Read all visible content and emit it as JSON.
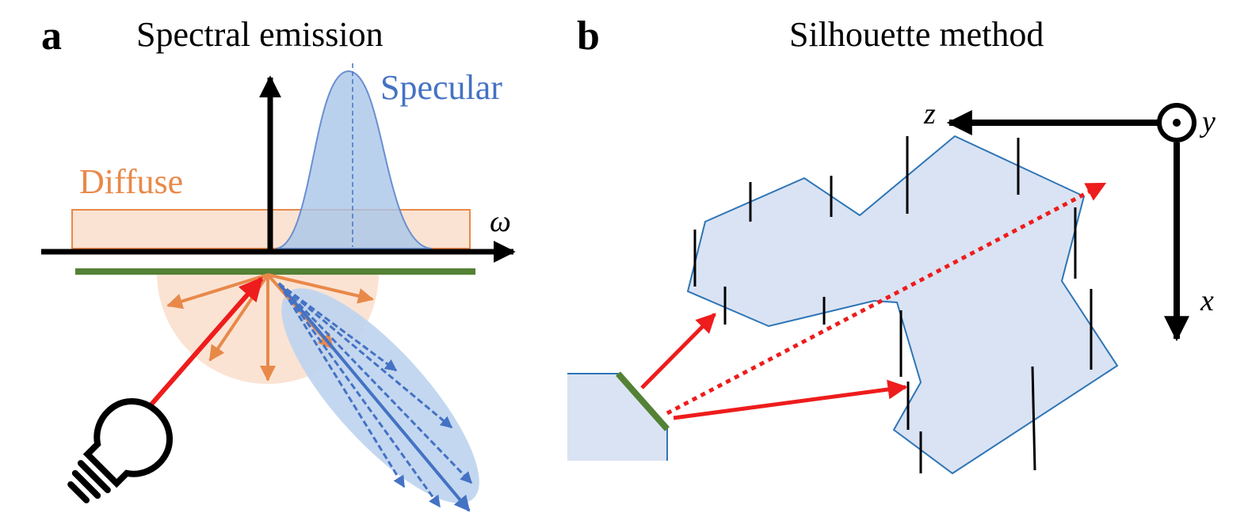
{
  "panel_a": {
    "letter": "a",
    "title": "Spectral emission",
    "diffuse_label": "Diffuse",
    "specular_label": "Specular",
    "axis_label": "ω"
  },
  "panel_b": {
    "letter": "b",
    "title": "Silhouette method",
    "axis_z": "z",
    "axis_y": "y",
    "axis_x": "x"
  },
  "colors": {
    "diffuse_fill": "#fbe3d3",
    "diffuse_stroke": "#e8894a",
    "specular_fill": "#b8d0ee",
    "specular_stroke": "#4472c4",
    "surface": "#538135",
    "ray": "#ee1c1c",
    "silhouette_fill": "#dae3f3",
    "silhouette_stroke": "#2e75b6"
  }
}
